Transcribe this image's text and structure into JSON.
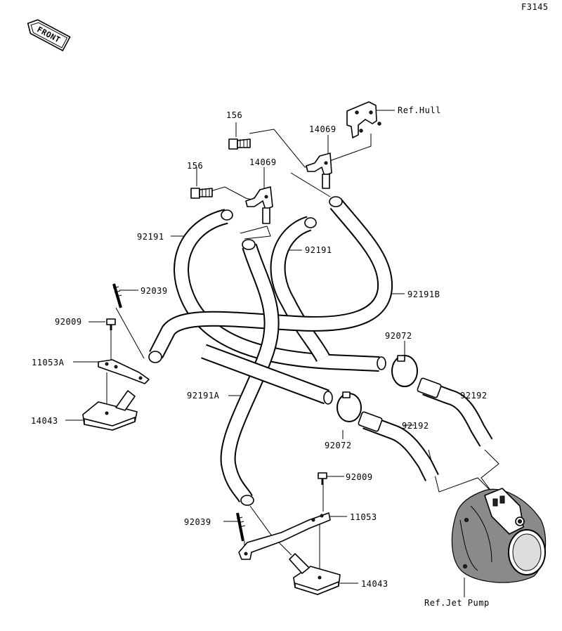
{
  "figure_code": "F3145",
  "orientation_badge": "FRONT",
  "reference_labels": {
    "hull": "Ref.Hull",
    "jet_pump": "Ref.Jet Pump"
  },
  "part_numbers": {
    "bolt_upper": "156",
    "bolt_left": "156",
    "fitting_upper": "14069",
    "fitting_left": "14069",
    "hose_upper_left": "92191",
    "hose_middle": "92191",
    "hose_long_right": "92191B",
    "hose_lower": "92191A",
    "clamp_upper": "92072",
    "clamp_lower": "92072",
    "pickup_pipe_right": "92192",
    "pickup_pipe_left": "92192",
    "stud_upper": "92039",
    "stud_lower": "92039",
    "screw_upper": "92009",
    "screw_lower": "92009",
    "bracket_upper": "11053A",
    "bracket_lower": "11053",
    "filter_upper": "14043",
    "filter_lower": "14043"
  }
}
